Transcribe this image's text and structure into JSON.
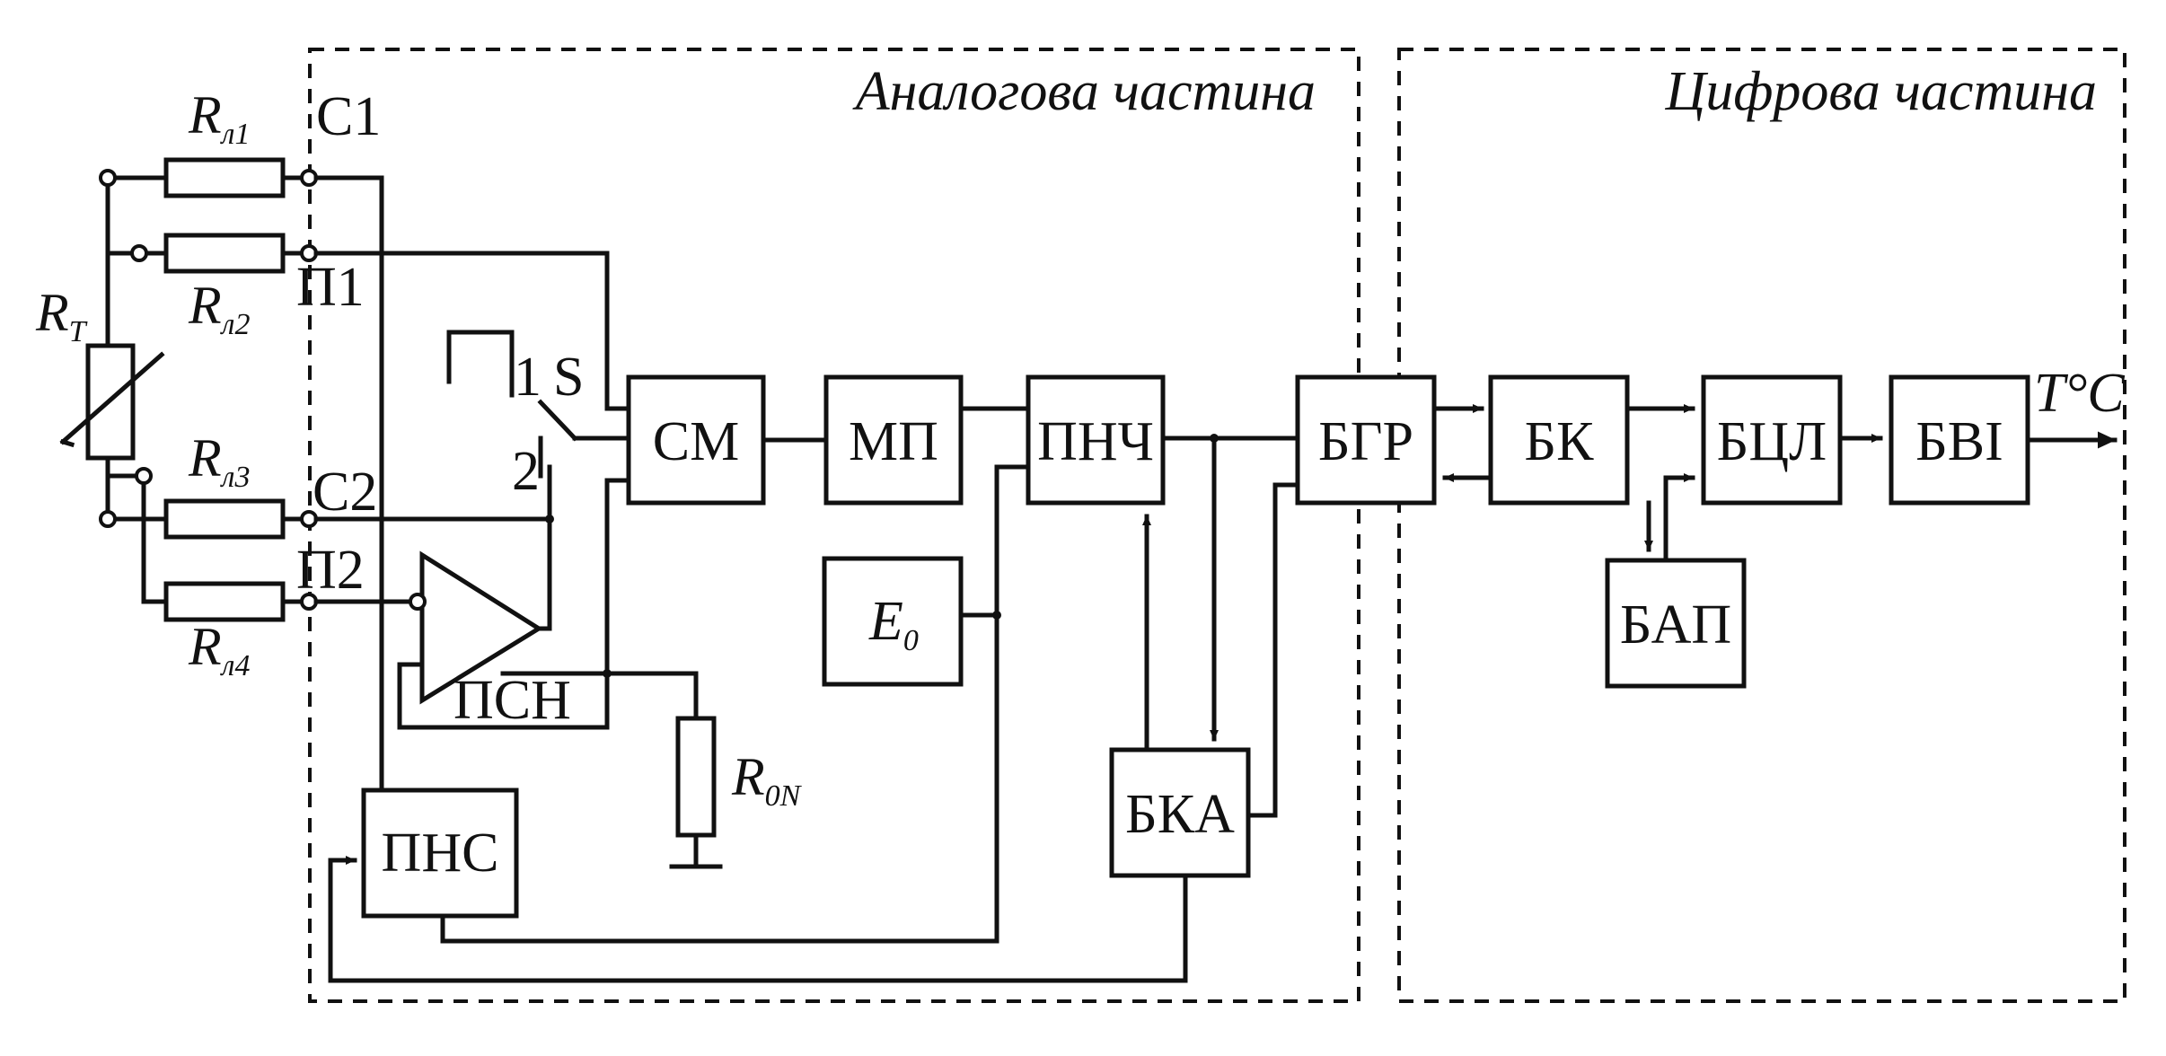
{
  "sections": {
    "analog": "Аналогова частина",
    "digital": "Цифрова частина"
  },
  "resistors": {
    "rt": {
      "main": "R",
      "sub": "T"
    },
    "rl1": {
      "main": "R",
      "sub": "л1"
    },
    "rl2": {
      "main": "R",
      "sub": "л2"
    },
    "rl3": {
      "main": "R",
      "sub": "л3"
    },
    "rl4": {
      "main": "R",
      "sub": "л4"
    },
    "r0n": {
      "main": "R",
      "sub": "0N"
    }
  },
  "terminals": {
    "c1": "С1",
    "p1": "П1",
    "c2": "С2",
    "p2": "П2"
  },
  "switch": {
    "name": "S",
    "pos1": "1",
    "pos2": "2"
  },
  "blocks": {
    "cm": "СМ",
    "mp": "МП",
    "pnch": "ПНЧ",
    "bgr": "БГР",
    "bk": "БК",
    "bcl": "БЦЛ",
    "bvi": "БВІ",
    "bap": "БАП",
    "bka": "БКА",
    "pns": "ПНС",
    "psn": "ПСН",
    "e0": {
      "main": "E",
      "sub": "0"
    }
  },
  "output": "T°C"
}
